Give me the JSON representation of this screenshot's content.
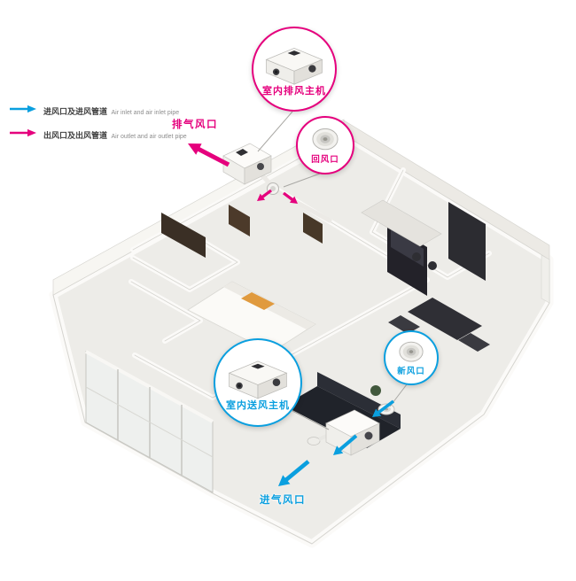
{
  "legend": {
    "items": [
      {
        "zh": "进风口及进风管道",
        "en": "Air inlet and air inlet pipe",
        "color": "#0a9fdf"
      },
      {
        "zh": "出风口及出风管道",
        "en": "Air outlet and air outlet pipe",
        "color": "#e5007d"
      }
    ]
  },
  "annotations": {
    "exhaust_outlet": "排气风口",
    "intake_inlet": "进气风口"
  },
  "callouts": {
    "exhaust_unit": {
      "label": "室内排风主机",
      "color": "#e5007d"
    },
    "return_vent": {
      "label": "回风口",
      "color": "#e5007d"
    },
    "fresh_vent": {
      "label": "新风口",
      "color": "#0a9fdf"
    },
    "supply_unit": {
      "label": "室内送风主机",
      "color": "#0a9fdf"
    }
  },
  "colors": {
    "inlet": "#0a9fdf",
    "outlet": "#e5007d"
  }
}
